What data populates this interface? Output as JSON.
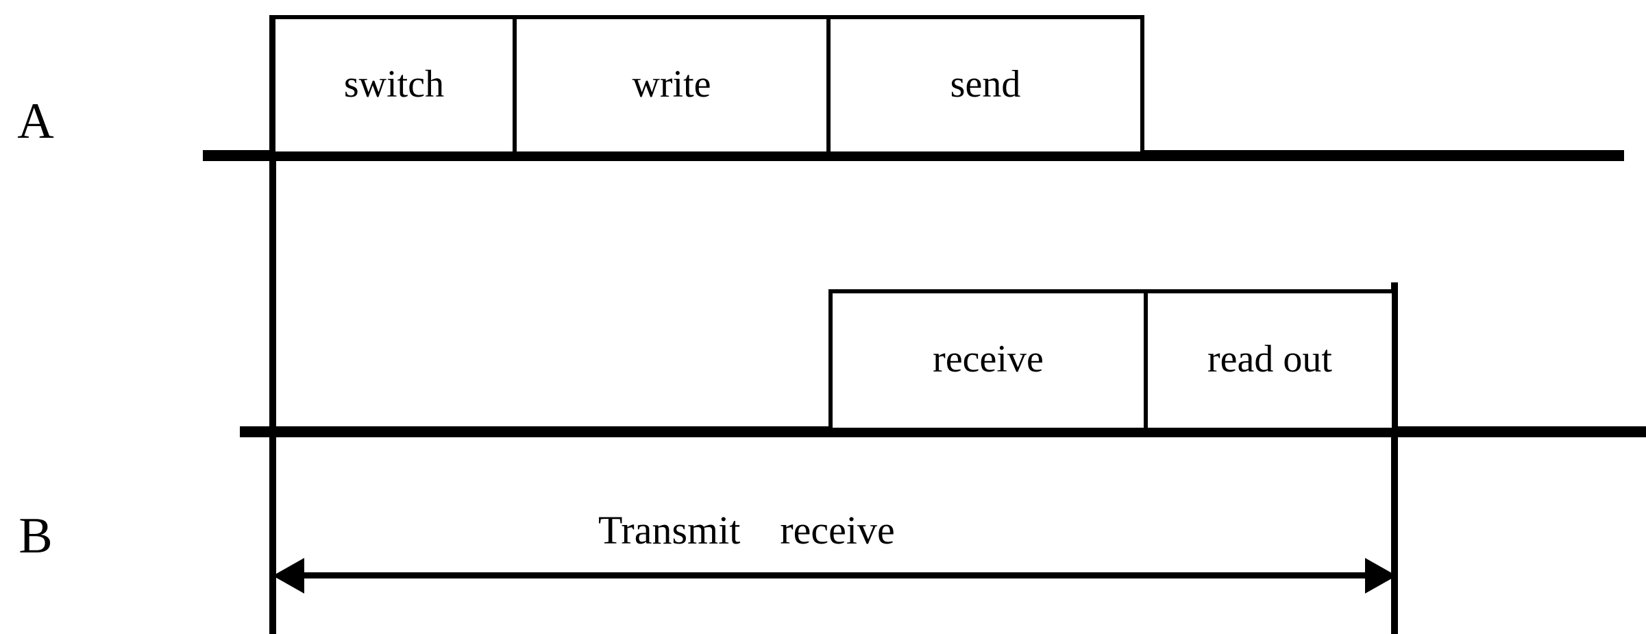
{
  "diagram": {
    "type": "timing-diagram",
    "background_color": "#ffffff",
    "stroke_color": "#000000",
    "rows": [
      {
        "id": "A",
        "label": "A",
        "phases": [
          {
            "name": "switch",
            "label": "switch"
          },
          {
            "name": "write",
            "label": "write"
          },
          {
            "name": "send",
            "label": "send"
          }
        ]
      },
      {
        "id": "B",
        "label": "B",
        "phases": [
          {
            "name": "receive",
            "label": "receive"
          },
          {
            "name": "read-out",
            "label": "read out"
          }
        ]
      }
    ],
    "duration_marker": {
      "name": "transmit-receive-span",
      "caption": "Transmit    receive",
      "caption_parts": [
        "Transmit",
        "receive"
      ],
      "arrow_style": "double-headed"
    }
  }
}
